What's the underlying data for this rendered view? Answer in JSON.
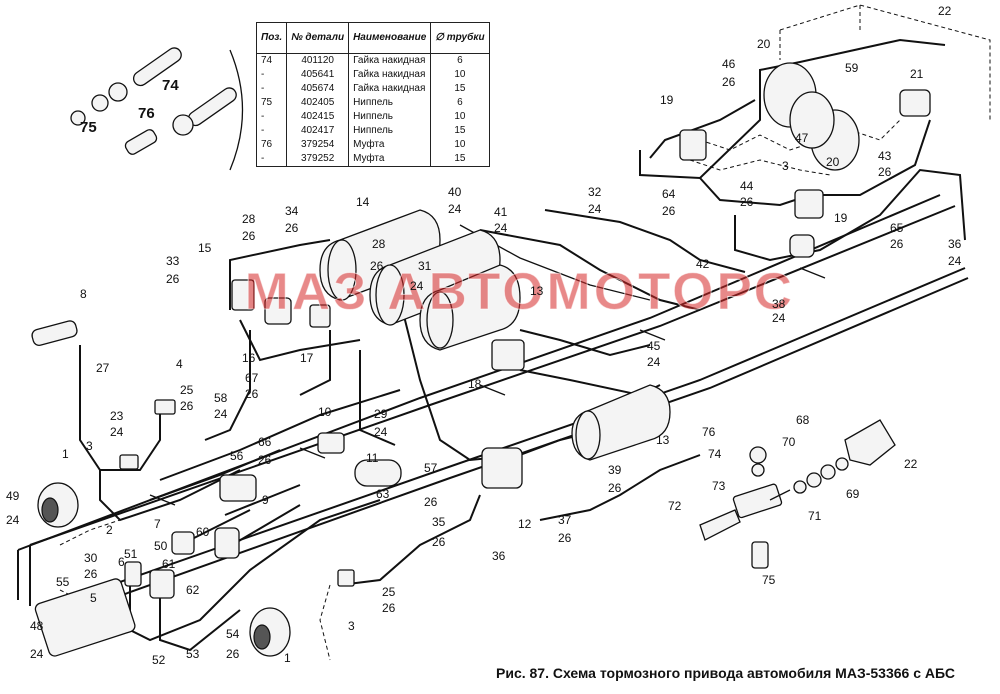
{
  "caption": "Рис. 87. Схема тормозного привода автомобиля МАЗ-53366 с АБС",
  "watermark": "МАЗ АВТОМОТОРС",
  "table": {
    "headers": [
      "Поз.",
      "№ детали",
      "Наименование",
      "∅ трубки"
    ],
    "rows": [
      [
        "74",
        "401120",
        "Гайка накидная",
        "6"
      ],
      [
        "-",
        "405641",
        "Гайка накидная",
        "10"
      ],
      [
        "-",
        "405674",
        "Гайка накидная",
        "15"
      ],
      [
        "75",
        "402405",
        "Ниппель",
        "6"
      ],
      [
        "-",
        "402415",
        "Ниппель",
        "10"
      ],
      [
        "-",
        "402417",
        "Ниппель",
        "15"
      ],
      [
        "76",
        "379254",
        "Муфта",
        "10"
      ],
      [
        "-",
        "379252",
        "Муфта",
        "15"
      ]
    ]
  },
  "inset_labels": [
    "74",
    "76",
    "75"
  ],
  "labels": [
    "22",
    "20",
    "46",
    "26",
    "59",
    "21",
    "19",
    "47",
    "20",
    "43",
    "26",
    "3",
    "44",
    "26",
    "19",
    "40",
    "24",
    "32",
    "24",
    "64",
    "26",
    "41",
    "24",
    "65",
    "26",
    "36",
    "24",
    "34",
    "26",
    "28",
    "26",
    "14",
    "28",
    "26",
    "31",
    "24",
    "13",
    "42",
    "38",
    "24",
    "33",
    "26",
    "15",
    "8",
    "16",
    "17",
    "45",
    "24",
    "67",
    "26",
    "18",
    "27",
    "4",
    "25",
    "26",
    "58",
    "24",
    "23",
    "24",
    "3",
    "10",
    "29",
    "24",
    "66",
    "26",
    "13",
    "1",
    "56",
    "9",
    "11",
    "63",
    "57",
    "26",
    "39",
    "26",
    "49",
    "24",
    "2",
    "7",
    "60",
    "12",
    "37",
    "26",
    "35",
    "26",
    "36",
    "30",
    "26",
    "55",
    "51",
    "50",
    "6",
    "61",
    "62",
    "25",
    "26",
    "48",
    "24",
    "5",
    "52",
    "53",
    "54",
    "26",
    "1",
    "3",
    "76",
    "74",
    "73",
    "72",
    "75",
    "70",
    "71",
    "68",
    "69",
    "22"
  ]
}
